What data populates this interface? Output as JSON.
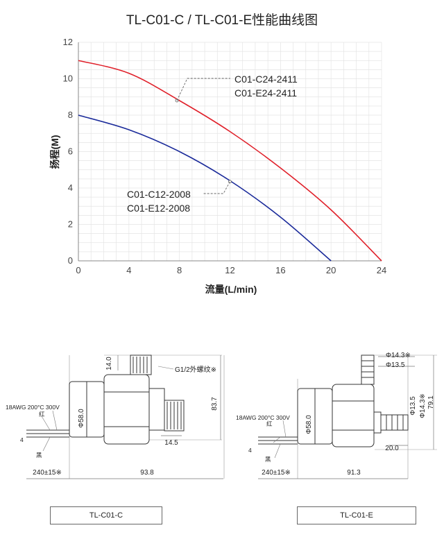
{
  "chart_data": {
    "type": "line",
    "title": "TL-C01-C / TL-C01-E性能曲线图",
    "xlabel": "流量(L/min)",
    "ylabel": "扬程(M)",
    "xlim": [
      0,
      24
    ],
    "ylim": [
      0,
      12
    ],
    "xticks": [
      0,
      4,
      8,
      12,
      16,
      20,
      24
    ],
    "yticks": [
      0,
      2,
      4,
      6,
      8,
      10,
      12
    ],
    "grid": true,
    "series": [
      {
        "name": "C01-C24-2411 / C01-E24-2411",
        "color": "#e0202a",
        "x": [
          0,
          4,
          8,
          12,
          16,
          20,
          24
        ],
        "y": [
          11.0,
          10.3,
          8.8,
          7.1,
          5.1,
          2.8,
          0
        ]
      },
      {
        "name": "C01-C12-2008 / C01-E12-2008",
        "color": "#1a2a9a",
        "x": [
          0,
          4,
          8,
          12,
          16,
          20
        ],
        "y": [
          8.0,
          7.2,
          6.0,
          4.4,
          2.4,
          0
        ]
      }
    ],
    "annotations": [
      {
        "lines": [
          "C01-C24-2411",
          "C01-E24-2411"
        ],
        "point": [
          7.8,
          8.8
        ]
      },
      {
        "lines": [
          "C01-C12-2008",
          "C01-E12-2008"
        ],
        "point": [
          12.0,
          4.35
        ]
      }
    ]
  },
  "drawings": {
    "left": {
      "caption": "TL-C01-C",
      "dims": {
        "d14": "14.0",
        "thread": "G1/2外螺纹※",
        "h837": "83.7",
        "dia58": "Φ58.0",
        "d145": "14.5",
        "w938": "93.8",
        "cable": "240±15※",
        "awg": "18AWG 200°C 300V",
        "red": "红",
        "black": "黑",
        "four": "4"
      }
    },
    "right": {
      "caption": "TL-C01-E",
      "dims": {
        "phi143a": "Φ14.3※",
        "phi135a": "Φ13.5",
        "phi135b": "Φ13.5",
        "phi143b": "Φ14.3※",
        "h791": "79.1",
        "dia58": "Φ58.0",
        "d20": "20.0",
        "w913": "91.3",
        "cable": "240±15※",
        "awg": "18AWG 200°C 300V",
        "red": "红",
        "black": "黑",
        "four": "4"
      }
    }
  }
}
